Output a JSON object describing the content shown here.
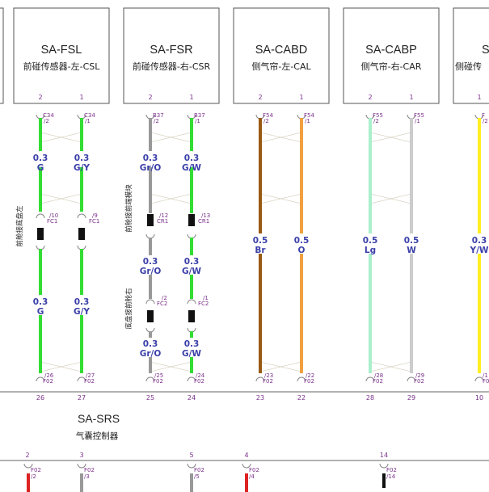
{
  "components": [
    {
      "id": "fsl",
      "title": "SA-FSL",
      "subtitle": "前碰传感器-左-CSL",
      "pins": [
        "2",
        "1"
      ]
    },
    {
      "id": "fsr",
      "title": "SA-FSR",
      "subtitle": "前碰传感器-右-CSR",
      "pins": [
        "2",
        "1"
      ]
    },
    {
      "id": "cabd",
      "title": "SA-CABD",
      "subtitle": "侧气帘-左-CAL",
      "pins": [
        "2",
        "1"
      ]
    },
    {
      "id": "cabp",
      "title": "SA-CABP",
      "subtitle": "侧气帘-右-CAR",
      "pins": [
        "2",
        "1"
      ]
    },
    {
      "id": "partial",
      "title": "S",
      "subtitle": "侧碰传",
      "pins": [
        "1"
      ]
    }
  ],
  "wires": [
    {
      "id": "w1",
      "color": "#33dd33",
      "top_conn": "C34",
      "top_pin": "/2",
      "upper_size": "0.3",
      "upper_code": "G",
      "mid_pin": "/10",
      "mid_conn": "FC1",
      "lower_size": "0.3",
      "lower_code": "G",
      "bot_pin": "/26",
      "bot_conn": "F02",
      "ecu_pin": "26"
    },
    {
      "id": "w2",
      "color": "#33dd33",
      "top_conn": "C34",
      "top_pin": "/1",
      "upper_size": "0.3",
      "upper_code": "G/Y",
      "mid_pin": "/9",
      "mid_conn": "FC1",
      "lower_size": "0.3",
      "lower_code": "G/Y",
      "bot_pin": "/27",
      "bot_conn": "F02",
      "ecu_pin": "27"
    },
    {
      "id": "w3",
      "color": "#999999",
      "top_conn": "B37",
      "top_pin": "/2",
      "upper_size": "0.3",
      "upper_code": "Gr/O",
      "mid_pin": "/12",
      "mid_conn": "CR1",
      "mid_size": "0.3",
      "mid_code": "Gr/O",
      "mid2_pin": "/2",
      "mid2_conn": "FC2",
      "lower_size": "0.3",
      "lower_code": "Gr/O",
      "bot_pin": "/25",
      "bot_conn": "F02",
      "ecu_pin": "25"
    },
    {
      "id": "w4",
      "color": "#33dd33",
      "top_conn": "B37",
      "top_pin": "/1",
      "upper_size": "0.3",
      "upper_code": "G/W",
      "mid_pin": "/13",
      "mid_conn": "CR1",
      "mid_size": "0.3",
      "mid_code": "G/W",
      "mid2_pin": "/1",
      "mid2_conn": "FC2",
      "lower_size": "0.3",
      "lower_code": "G/W",
      "bot_pin": "/24",
      "bot_conn": "F02",
      "ecu_pin": "24"
    },
    {
      "id": "w5",
      "color": "#9a5a14",
      "top_conn": "F54",
      "top_pin": "/2",
      "size": "0.5",
      "code": "Br",
      "bot_pin": "/23",
      "bot_conn": "F02",
      "ecu_pin": "23"
    },
    {
      "id": "w6",
      "color": "#f0a040",
      "top_conn": "F54",
      "top_pin": "/1",
      "size": "0.5",
      "code": "O",
      "bot_pin": "/22",
      "bot_conn": "F02",
      "ecu_pin": "22"
    },
    {
      "id": "w7",
      "color": "#aaf0cc",
      "top_conn": "F55",
      "top_pin": "/2",
      "size": "0.5",
      "code": "Lg",
      "bot_pin": "/28",
      "bot_conn": "F02",
      "ecu_pin": "28"
    },
    {
      "id": "w8",
      "color": "#cccccc",
      "top_conn": "F55",
      "top_pin": "/1",
      "size": "0.5",
      "code": "W",
      "bot_pin": "/29",
      "bot_conn": "F02",
      "ecu_pin": "29"
    },
    {
      "id": "w9",
      "color": "#ffee22",
      "top_conn": "F",
      "top_pin": "/2",
      "size": "0.3",
      "code": "Y/W",
      "bot_pin": "/1",
      "bot_conn": "F0",
      "ecu_pin": "10"
    }
  ],
  "harness_labels": {
    "left": "前舱接底盘左",
    "right_upper": "前舱接前端模块",
    "right_lower": "底盘接前舱右"
  },
  "ecu": {
    "title": "SA-SRS",
    "subtitle": "气囊控制器",
    "lower_pins": [
      {
        "pin": "2",
        "conn": "F02",
        "sub": "/2",
        "color": "#dd2222"
      },
      {
        "pin": "3",
        "conn": "F02",
        "sub": "/3",
        "color": "#999999"
      },
      {
        "pin": "5",
        "conn": "F02",
        "sub": "/5",
        "color": "#999999"
      },
      {
        "pin": "4",
        "conn": "F02",
        "sub": "/4",
        "color": "#dd2222"
      },
      {
        "pin": "14",
        "conn": "F02",
        "sub": "/14",
        "color": "#111111"
      }
    ]
  },
  "colors": {
    "line": "#7a6a9a",
    "text_pin": "#7a2f8a",
    "text_wire": "#3a3fa8"
  }
}
